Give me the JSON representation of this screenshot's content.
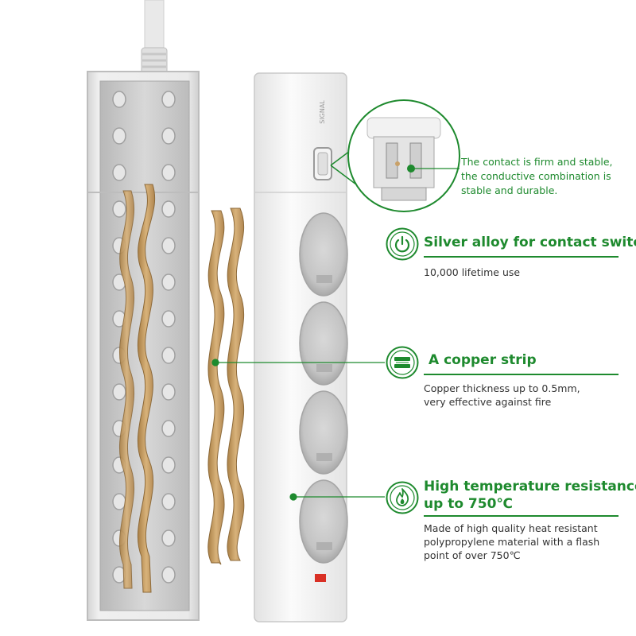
{
  "brand_mark": "SIGNAL",
  "callout_contact": {
    "lines": [
      "The contact is firm and stable,",
      "the conductive combination is",
      "stable and durable."
    ]
  },
  "feature_switch": {
    "icon": "power-icon",
    "title": "Silver alloy for contact switch",
    "description": "10,000 lifetime use"
  },
  "feature_copper": {
    "icon": "copper-strip-icon",
    "title": "A copper strip",
    "description_lines": [
      "Copper thickness up to 0.5mm,",
      "very effective against fire"
    ]
  },
  "feature_heat": {
    "icon": "flame-icon",
    "title_lines": [
      "High temperature resistance",
      "up to 750℃"
    ],
    "description_lines": [
      "Made of high quality heat resistant",
      "polypropylene material with a flash",
      "point of over 750℃"
    ]
  },
  "colors": {
    "accent": "#1e8a2e",
    "copper": "#c9a168",
    "housing": "#e8e8e8"
  }
}
